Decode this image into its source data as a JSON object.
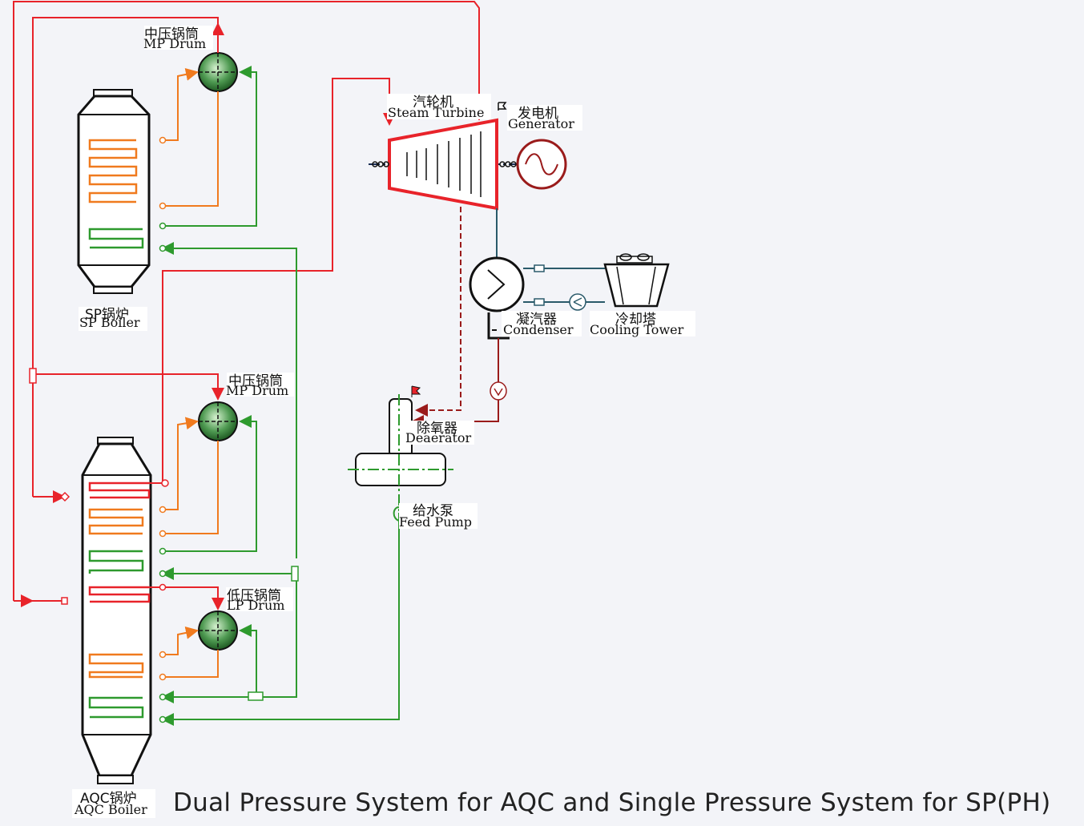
{
  "caption": "Dual Pressure System for AQC and Single Pressure System for SP(PH)",
  "labels": {
    "sp_mp_drum_zh": "中压锅筒",
    "sp_mp_drum_en": "MP Drum",
    "sp_boiler_zh": "SP锅炉",
    "sp_boiler_en": "SP Boiler",
    "aqc_mp_drum_zh": "中压锅筒",
    "aqc_mp_drum_en": "MP Drum",
    "lp_drum_zh": "低压锅筒",
    "lp_drum_en": "LP Drum",
    "aqc_boiler_zh": "AQC锅炉",
    "aqc_boiler_en": "AQC Boiler",
    "turbine_zh": "汽轮机",
    "turbine_en": "Steam Turbine",
    "generator_zh": "发电机",
    "generator_en": "Generator",
    "condenser_zh": "凝汽器",
    "condenser_en": "Condenser",
    "cooling_tower_zh": "冷却塔",
    "cooling_tower_en": "Cooling Tower",
    "deaerator_zh": "除氧器",
    "deaerator_en": "Deaerator",
    "feed_pump_zh": "给水泵",
    "feed_pump_en": "Feed Pump"
  },
  "colors": {
    "steam": "#e8232a",
    "hot_water": "#f07a1e",
    "feed_water": "#2e9a2e",
    "condensate": "#9a1b1b",
    "cooling": "#2a5a6a"
  }
}
